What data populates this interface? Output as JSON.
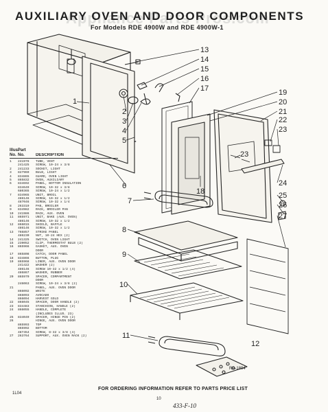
{
  "header": {
    "title": "AUXILIARY OVEN AND DOOR COMPONENTS",
    "subtitle": "For Models RDE 4900W and RDE 4900W-1",
    "watermark": "Appliance Parts Pros.com"
  },
  "callouts": [
    "1",
    "2",
    "3",
    "4",
    "5",
    "6",
    "7",
    "8",
    "9",
    "10",
    "11",
    "12",
    "13",
    "14",
    "15",
    "16",
    "17",
    "18",
    "19",
    "20",
    "21",
    "22",
    "23",
    "23",
    "24",
    "25",
    "26",
    "27"
  ],
  "parts_list": {
    "headers": {
      "ill": "Illus.",
      "no": "No.",
      "part": "Part",
      "part_no": "No.",
      "desc": "DESCRIPTION"
    },
    "rows": [
      {
        "ill": "1",
        "part": "241978",
        "desc": "TUBE, VENT"
      },
      {
        "ill": "",
        "part": "241425",
        "desc": "SCREW, 10-24 x 3/8"
      },
      {
        "ill": "2",
        "part": "241233",
        "desc": "SOCKET, LIGHT"
      },
      {
        "ill": "3",
        "part": "827969",
        "desc": "BULB, LIGHT"
      },
      {
        "ill": "4",
        "part": "834865",
        "desc": "GUARD, OVEN LIGHT"
      },
      {
        "ill": "5",
        "part": "865832",
        "desc": "OVEN, AUXILIARY"
      },
      {
        "ill": "6",
        "part": "834692",
        "desc": "PANEL, BOTTOM INSULATION"
      },
      {
        "ill": "",
        "part": "834649",
        "desc": "SCREW, 10-32 x 3/8"
      },
      {
        "ill": "",
        "part": "680365",
        "desc": "SCREW, 10-24 x 1/2"
      },
      {
        "ill": "7",
        "part": "834965",
        "desc": "UNIT, BROIL"
      },
      {
        "ill": "",
        "part": "486146",
        "desc": "SCREW, 10-32 x 1/2"
      },
      {
        "ill": "",
        "part": "487046",
        "desc": "SCREW, 10-32 x 1/4"
      },
      {
        "ill": "8",
        "part": "263319",
        "desc": "PAN, BROILER"
      },
      {
        "ill": "9",
        "part": "834982",
        "desc": "RACK, BROILER PAN"
      },
      {
        "ill": "10",
        "part": "241986",
        "desc": "RACK, AUX. OVEN"
      },
      {
        "ill": "11",
        "part": "865971",
        "desc": "UNIT, BAKE (AUX. OVEN)"
      },
      {
        "ill": "",
        "part": "486146",
        "desc": "SCREW, 10-32 x 1/2"
      },
      {
        "ill": "12",
        "part": "866015",
        "desc": "SHIELD, BAFFLE"
      },
      {
        "ill": "",
        "part": "486146",
        "desc": "SCREW, 10-32 x 1/2"
      },
      {
        "ill": "13",
        "part": "766857",
        "desc": "STRIKE PANEL"
      },
      {
        "ill": "",
        "part": "486230",
        "desc": "NUT, 10-24 HEX (2)"
      },
      {
        "ill": "14",
        "part": "241325",
        "desc": "SWITCH, OVEN LIGHT"
      },
      {
        "ill": "15",
        "part": "239052",
        "desc": "CLIP, THERMOSTAT BULB (2)"
      },
      {
        "ill": "16",
        "part": "865966",
        "desc": "GASKET, AUX. OVEN"
      },
      {
        "ill": "",
        "part": "",
        "desc": "DOOR"
      },
      {
        "ill": "17",
        "part": "865808",
        "desc": "CATCH, DOOR PANEL"
      },
      {
        "ill": "18",
        "part": "834866",
        "desc": "BUTTON, PLUG"
      },
      {
        "ill": "19",
        "part": "865968",
        "desc": "LINER, AUX. OVEN DOOR"
      },
      {
        "ill": "",
        "part": "241422",
        "desc": "WASHER (2)"
      },
      {
        "ill": "",
        "part": "486146",
        "desc": "SCREW 10-32 x 1/2 (4)"
      },
      {
        "ill": "",
        "part": "486867",
        "desc": "WASHER, RUBBER"
      },
      {
        "ill": "20",
        "part": "865970",
        "desc": "SPACER, COMPARTMENT"
      },
      {
        "ill": "",
        "part": "",
        "desc": "DOOR"
      },
      {
        "ill": "",
        "part": "246063",
        "desc": "SCREW, 10-24 x 3/8 (2)"
      },
      {
        "ill": "21",
        "part": "",
        "desc": "PANEL, AUX. OVEN DOOR"
      },
      {
        "ill": "",
        "part": "866092",
        "desc": "WHITE"
      },
      {
        "ill": "",
        "part": "866093",
        "desc": "AVOCADO"
      },
      {
        "ill": "",
        "part": "866094",
        "desc": "HARVEST GOLD"
      },
      {
        "ill": "22",
        "part": "866045",
        "desc": "SPACER, DOOR HANDLE (2)"
      },
      {
        "ill": "23",
        "part": "834483",
        "desc": "STANCHION, HANDLE (2)"
      },
      {
        "ill": "24",
        "part": "866055",
        "desc": "HANDLE, COMPLETE"
      },
      {
        "ill": "",
        "part": "",
        "desc": "(INCLUDES ILLUS. 23)"
      },
      {
        "ill": "25",
        "part": "834049",
        "desc": "SPACER, HINGE PIN (2)"
      },
      {
        "ill": "26",
        "part": "",
        "desc": "HINGE, AUX. OVEN DOOR"
      },
      {
        "ill": "",
        "part": "865993",
        "desc": "TOP"
      },
      {
        "ill": "",
        "part": "865992",
        "desc": "BOTTOM"
      },
      {
        "ill": "",
        "part": "487454",
        "desc": "SCREW, 8-32 x 3/8 (4)"
      },
      {
        "ill": "27",
        "part": "263764",
        "desc": "SUPPORT, AUX. OVEN RACK (2)"
      }
    ]
  },
  "footer": "FOR ORDERING INFORMATION REFER TO PARTS PRICE LIST",
  "figure_code": "RA-1894",
  "doc_code": "1L04",
  "page_number": "10",
  "handwritten_note": "433-F-10"
}
